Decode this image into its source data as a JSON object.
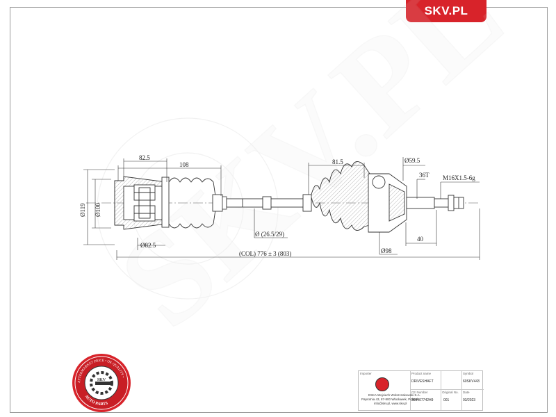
{
  "brand": {
    "label": "SKV.PL",
    "color": "#d8232a"
  },
  "watermark": {
    "text": "SKV.PL"
  },
  "dimensions": {
    "d_flange_outer": "Ø119",
    "d_flange_inner": "Ø100",
    "len_825_top": "82.5",
    "len_108": "108",
    "d_825_bottom": "Ø82.5",
    "d_shaft": "Ø (26.5/29)",
    "overall_length": "(COL) 776 ± 3 (803)",
    "len_815": "81.5",
    "d_595": "Ø59.5",
    "spline_count": "36T",
    "thread": "M16X1.5-6g",
    "d_98": "Ø98",
    "len_40": "40"
  },
  "title_block": {
    "importer_label": "Importer",
    "importer_text_1": "ESKA Wojciech Wolszczakowski S.A.",
    "importer_text_2": "Paprotnia 43, 87-800 Włocławek, Poland",
    "importer_text_3": "info@skv.pl, www.skv.pl",
    "product_name_label": "Product name",
    "product_name": "DRIVESHAFT",
    "symbol_label": "Symbol",
    "symbol": "60SKV443",
    "ce_label": "CE Number",
    "ce_number": "300407742H9",
    "original_label": "Original No.",
    "original_no": "001",
    "date_label": "Date",
    "date": "03/2023"
  },
  "seal": {
    "top_text": "AFTERMARKET PRICE • OE QUALITY •",
    "bottom_text": "AUTO PARTS",
    "center_text": "SKV"
  }
}
